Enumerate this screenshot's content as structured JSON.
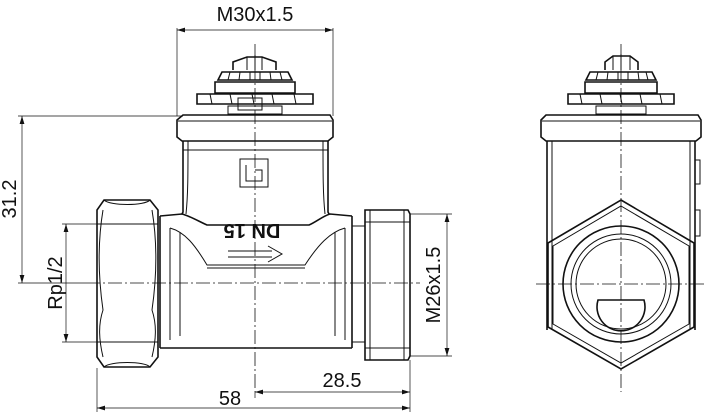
{
  "drawing": {
    "dimensions": {
      "top_thread": "M30x1.5",
      "height": "31.2",
      "inlet_thread": "Rp1/2",
      "outlet_thread": "M26x1.5",
      "length_total": "58",
      "length_half": "28.5"
    },
    "body_marking": {
      "nominal_size": "DN 15"
    }
  }
}
